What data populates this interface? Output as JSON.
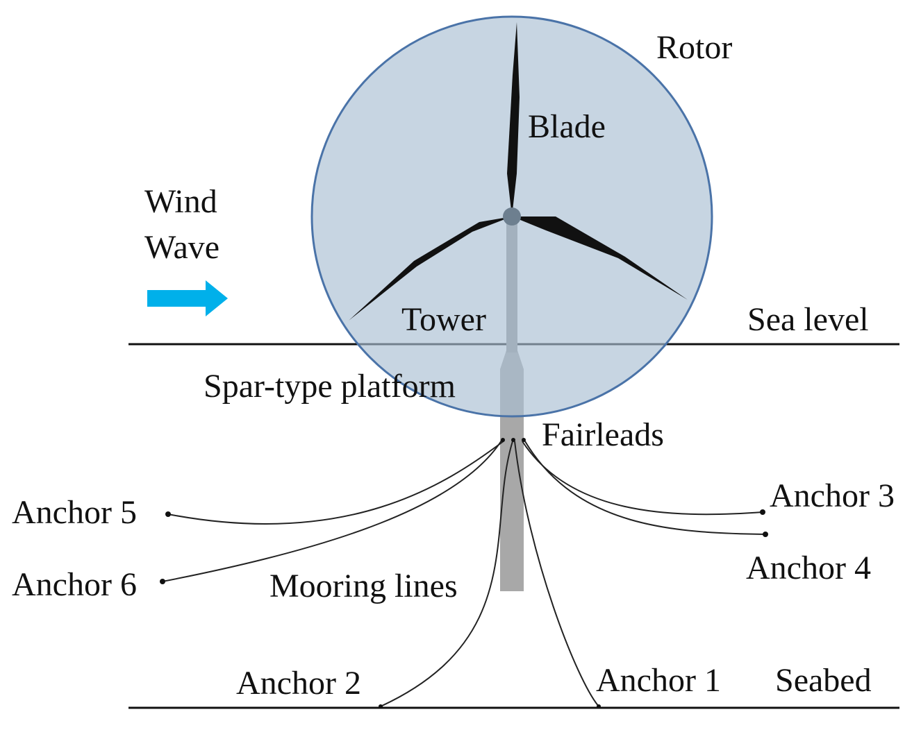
{
  "labels": {
    "rotor": "Rotor",
    "blade": "Blade",
    "wind": "Wind",
    "wave": "Wave",
    "tower": "Tower",
    "sea_level": "Sea level",
    "spar_platform": "Spar-type platform",
    "fairleads": "Fairleads",
    "anchor_1": "Anchor 1",
    "anchor_2": "Anchor 2",
    "anchor_3": "Anchor 3",
    "anchor_4": "Anchor 4",
    "anchor_5": "Anchor 5",
    "anchor_6": "Anchor 6",
    "mooring_lines": "Mooring lines",
    "seabed": "Seabed"
  },
  "colors": {
    "rotor_fill": "#c5d3df",
    "rotor_stroke": "#4a73a8",
    "arrow": "#00b0ea",
    "tower": "#9a9a9a",
    "blade": "#111111",
    "line": "#111111"
  }
}
